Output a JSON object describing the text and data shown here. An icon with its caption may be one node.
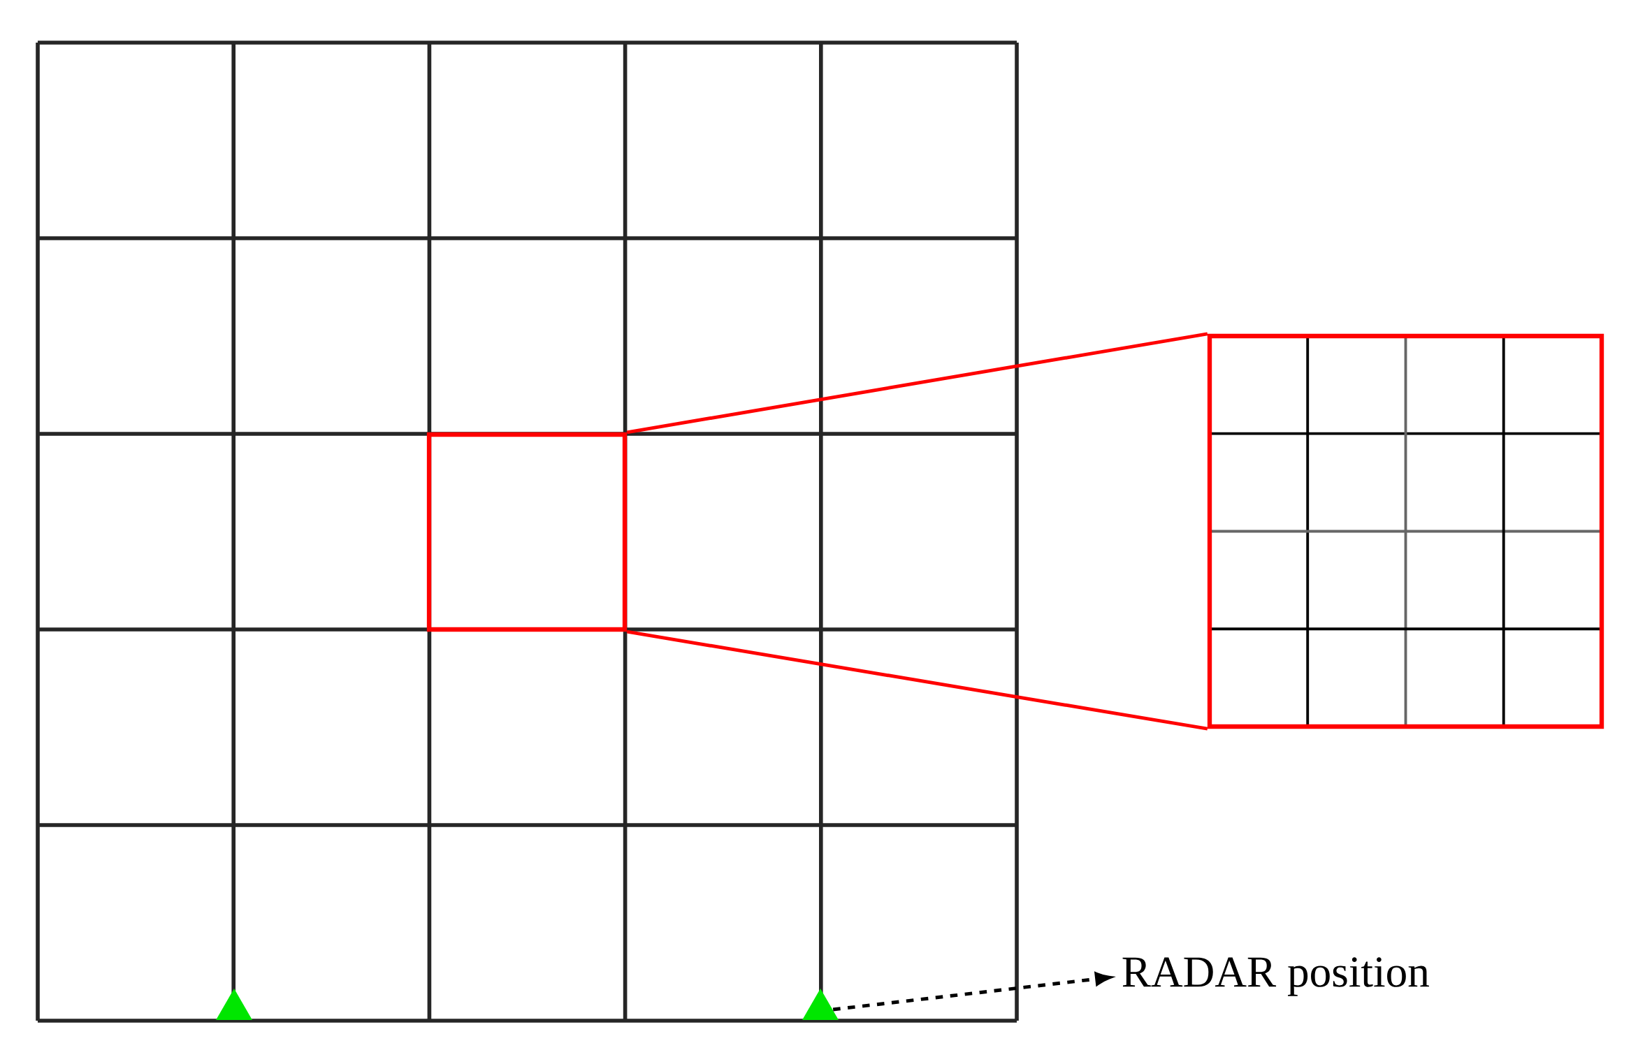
{
  "diagram": {
    "nodes": [
      {
        "text": [],
        "shape": "triangle"
      },
      {
        "text": [],
        "shape": "triangle"
      },
      {
        "text": [
          "RADAR position"
        ]
      },
      {
        "text": [],
        "shape": "box"
      },
      {
        "text": [],
        "shape": "box"
      }
    ],
    "edges": [
      {
        "from": 1,
        "to": 2,
        "arrow": "to",
        "style": "dashed",
        "color": "#000000"
      },
      {
        "from": 3,
        "to": 4,
        "arrow": "none",
        "color": "#ff0000"
      },
      {
        "from": 3,
        "to": 4,
        "arrow": "none",
        "color": "#ff0000"
      }
    ]
  }
}
